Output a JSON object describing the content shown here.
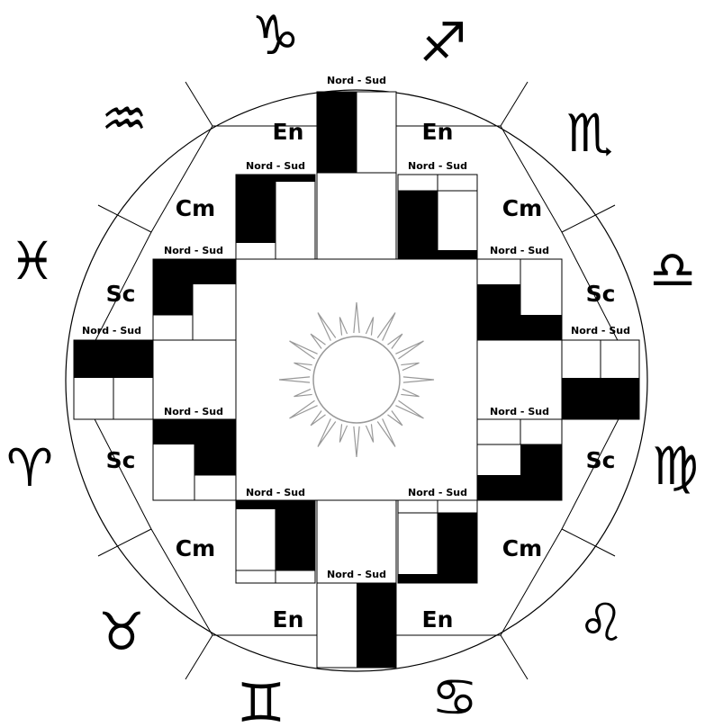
{
  "colors": {
    "background": "#ffffff",
    "line": "#000000",
    "fill": "#000000",
    "sun": "#999999"
  },
  "zodiac": [
    {
      "name": "capricorn-icon",
      "glyph": "♑"
    },
    {
      "name": "sagittarius-icon",
      "glyph": "♐"
    },
    {
      "name": "scorpio-icon",
      "glyph": "♏"
    },
    {
      "name": "libra-icon",
      "glyph": "♎"
    },
    {
      "name": "virgo-icon",
      "glyph": "♍"
    },
    {
      "name": "leo-icon",
      "glyph": "♌"
    },
    {
      "name": "cancer-icon",
      "glyph": "♋"
    },
    {
      "name": "gemini-icon",
      "glyph": "♊"
    },
    {
      "name": "taurus-icon",
      "glyph": "♉"
    },
    {
      "name": "aries-icon",
      "glyph": "♈"
    },
    {
      "name": "pisces-icon",
      "glyph": "♓"
    },
    {
      "name": "aquarius-icon",
      "glyph": "♒"
    }
  ],
  "segments": {
    "en_top_left": "En",
    "en_top_right": "En",
    "cm_upper_left": "Cm",
    "cm_upper_right": "Cm",
    "sc_upper_left": "Sc",
    "sc_upper_right": "Sc",
    "sc_lower_left": "Sc",
    "sc_lower_right": "Sc",
    "cm_lower_left": "Cm",
    "cm_lower_right": "Cm",
    "en_bottom_left": "En",
    "en_bottom_right": "En"
  },
  "orientation_labels": [
    "Nord - Sud",
    "Nord - Sud",
    "Nord - Sud",
    "Nord - Sud",
    "Nord - Sud",
    "Nord - Sud",
    "Nord - Sud",
    "Nord - Sud",
    "Nord - Sud",
    "Nord - Sud",
    "Nord - Sud",
    "Nord - Sud"
  ],
  "center": {
    "icon": "sun-icon"
  }
}
